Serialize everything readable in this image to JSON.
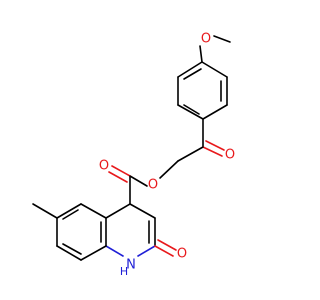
{
  "structure": {
    "atoms": {
      "ether_oxygen": "O",
      "ketone_oxygen": "O",
      "ester_carbonyl_oxygen": "O",
      "ester_bridge_oxygen": "O",
      "lactam_oxygen": "O",
      "ring_nitrogen": "H"
    }
  },
  "colors": {
    "bond": "#000000",
    "oxygen": "#e8191c",
    "nitrogen": "#1f1fd6",
    "background": "#ffffff"
  }
}
